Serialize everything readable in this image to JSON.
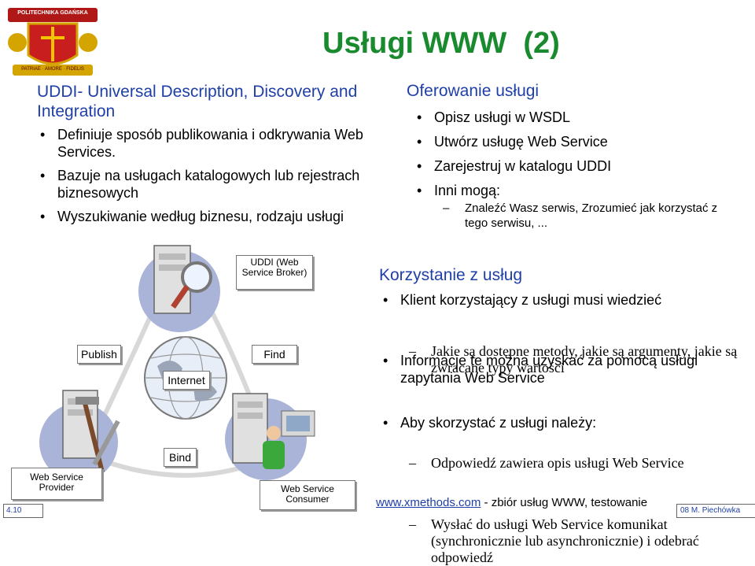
{
  "slide_title": "Usługi WWW  (2)",
  "logo": {
    "name": "POLITECHNIKA GDAŃSKA",
    "ribbon": "PATRIAE · AMORE · FIDELIS"
  },
  "uddi": {
    "heading": "UDDI- Universal Description, Discovery and Integration",
    "bullets": [
      "Definiuje sposób publikowania i odkrywania Web Services.",
      "Bazuje na usługach katalogowych lub rejestrach biznesowych",
      "Wyszukiwanie według biznesu, rodzaju usługi"
    ]
  },
  "offering": {
    "heading": "Oferowanie usługi",
    "bullets": [
      "Opisz usługi w WSDL",
      "Utwórz usługę Web Service",
      "Zarejestruj w katalogu UDDI",
      "Inni mogą:"
    ],
    "sub": "Znaleźć Wasz serwis, Zrozumieć jak korzystać z tego serwisu, ..."
  },
  "usage": {
    "heading": "Korzystanie z usług",
    "b1": "Klient korzystający z usługi musi wiedzieć",
    "s1": "Jakie są dostępne metody, jakie są argumenty, jakie są zwracane typy wartości",
    "b2": "Informacje te można uzyskać za pomocą usługi zapytania Web Service",
    "s2": "Odpowiedź zawiera opis usługi Web Service",
    "b3": "Aby skorzystać z usługi należy:",
    "s3": "Wysłać do usługi Web Service komunikat (synchronicznie lub asynchronicznie) i odebrać odpowiedź"
  },
  "diagram": {
    "broker": "UDDI (Web Service Broker)",
    "publish": "Publish",
    "find": "Find",
    "internet": "Internet",
    "bind": "Bind",
    "provider": "Web Service Provider",
    "consumer": "Web Service Consumer"
  },
  "footer": {
    "link": "www.xmethods.com",
    "link_rest": " - zbiór usług WWW, testowanie",
    "slide_no": "4.10",
    "author": "08 M. Piechówka"
  }
}
